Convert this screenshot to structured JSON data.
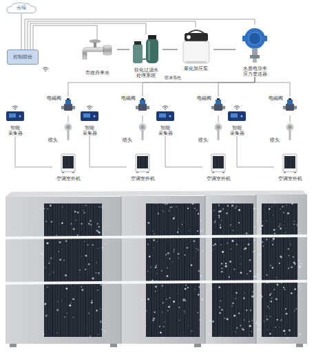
{
  "diagram": {
    "nodes": [
      {
        "text": [
          "云端"
        ]
      },
      {
        "text": [
          "控制部分"
        ]
      },
      {
        "text": [
          "市政自来水"
        ]
      },
      {
        "text": [
          "软化过滤水 处理系统"
        ]
      },
      {
        "text": [
          "雾化加压泵"
        ]
      },
      {
        "text": [
          "水质电导率 压力变送器"
        ]
      },
      {
        "text": [
          "电磁阀"
        ]
      },
      {
        "text": [
          "智能 采集器"
        ]
      },
      {
        "text": [
          "喷头"
        ]
      },
      {
        "text": [
          "空调室外机"
        ]
      },
      {
        "text": [
          "电磁阀"
        ]
      },
      {
        "text": [
          "智能 采集器"
        ]
      },
      {
        "text": [
          "喷头"
        ]
      },
      {
        "text": [
          "空调室外机"
        ]
      },
      {
        "text": [
          "电磁阀"
        ]
      },
      {
        "text": [
          "智能 采集器"
        ]
      },
      {
        "text": [
          "喷头"
        ]
      },
      {
        "text": [
          "空调室外机"
        ]
      },
      {
        "text": [
          "电磁阀"
        ]
      },
      {
        "text": [
          "智能 采集器"
        ]
      },
      {
        "text": [
          "喷头"
        ]
      },
      {
        "text": [
          "空调室外机"
        ]
      }
    ],
    "edges": [
      {
        "from": 1,
        "to": 0,
        "arrow": "none"
      },
      {
        "from": 1,
        "to": 2,
        "arrow": "none"
      },
      {
        "from": 1,
        "to": 3,
        "arrow": "none"
      },
      {
        "from": 1,
        "to": 4,
        "arrow": "none"
      },
      {
        "from": 1,
        "to": 5,
        "arrow": "none"
      },
      {
        "from": 2,
        "to": 3,
        "arrow": "none"
      },
      {
        "from": 3,
        "to": 4,
        "arrow": "none"
      },
      {
        "from": 4,
        "to": 5,
        "arrow": "none"
      },
      {
        "from": 5,
        "to": 6,
        "arrow": "none"
      },
      {
        "from": 6,
        "to": 8,
        "arrow": "none"
      },
      {
        "from": 7,
        "to": 9,
        "arrow": "none"
      },
      {
        "from": 5,
        "to": 10,
        "arrow": "none"
      },
      {
        "from": 10,
        "to": 12,
        "arrow": "none"
      },
      {
        "from": 11,
        "to": 13,
        "arrow": "none"
      },
      {
        "from": 5,
        "to": 14,
        "arrow": "none"
      },
      {
        "from": 14,
        "to": 16,
        "arrow": "none"
      },
      {
        "from": 15,
        "to": 17,
        "arrow": "none"
      },
      {
        "from": 5,
        "to": 18,
        "arrow": "none"
      },
      {
        "from": 18,
        "to": 20,
        "arrow": "none"
      },
      {
        "from": 19,
        "to": 21,
        "arrow": "none"
      }
    ],
    "labels": [
      "喷淋系统"
    ]
  }
}
